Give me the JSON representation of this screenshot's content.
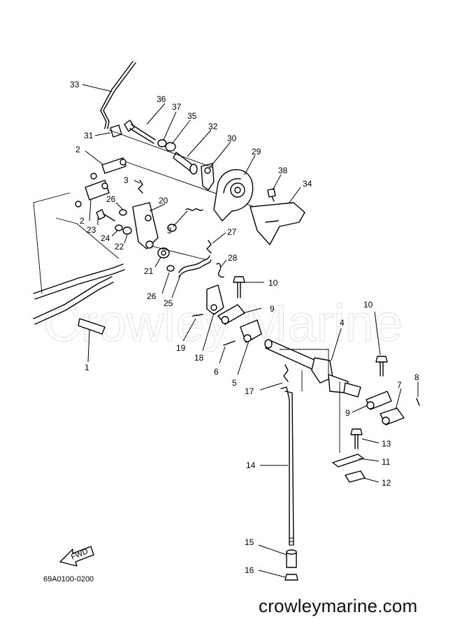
{
  "watermark": "Crowley Marine",
  "diagram_code": "69A0100-0200",
  "fwd_label": "FWD",
  "site_url": "crowleymarine.com",
  "callouts": {
    "c1": "1",
    "c2a": "2",
    "c2b": "2",
    "c3a": "3",
    "c3b": "3",
    "c4": "4",
    "c5": "5",
    "c6": "6",
    "c7": "7",
    "c8": "8",
    "c9a": "9",
    "c9b": "9",
    "c10a": "10",
    "c10b": "10",
    "c11": "11",
    "c12": "12",
    "c13": "13",
    "c14": "14",
    "c15": "15",
    "c16": "16",
    "c17": "17",
    "c18": "18",
    "c19": "19",
    "c20": "20",
    "c21": "21",
    "c22": "22",
    "c23": "23",
    "c24": "24",
    "c25": "25",
    "c26": "26",
    "c27": "27",
    "c28": "28",
    "c29": "29",
    "c30": "30",
    "c31": "31",
    "c32": "32",
    "c33": "33",
    "c34": "34",
    "c35": "35",
    "c36": "36",
    "c37": "37",
    "c38": "38"
  }
}
